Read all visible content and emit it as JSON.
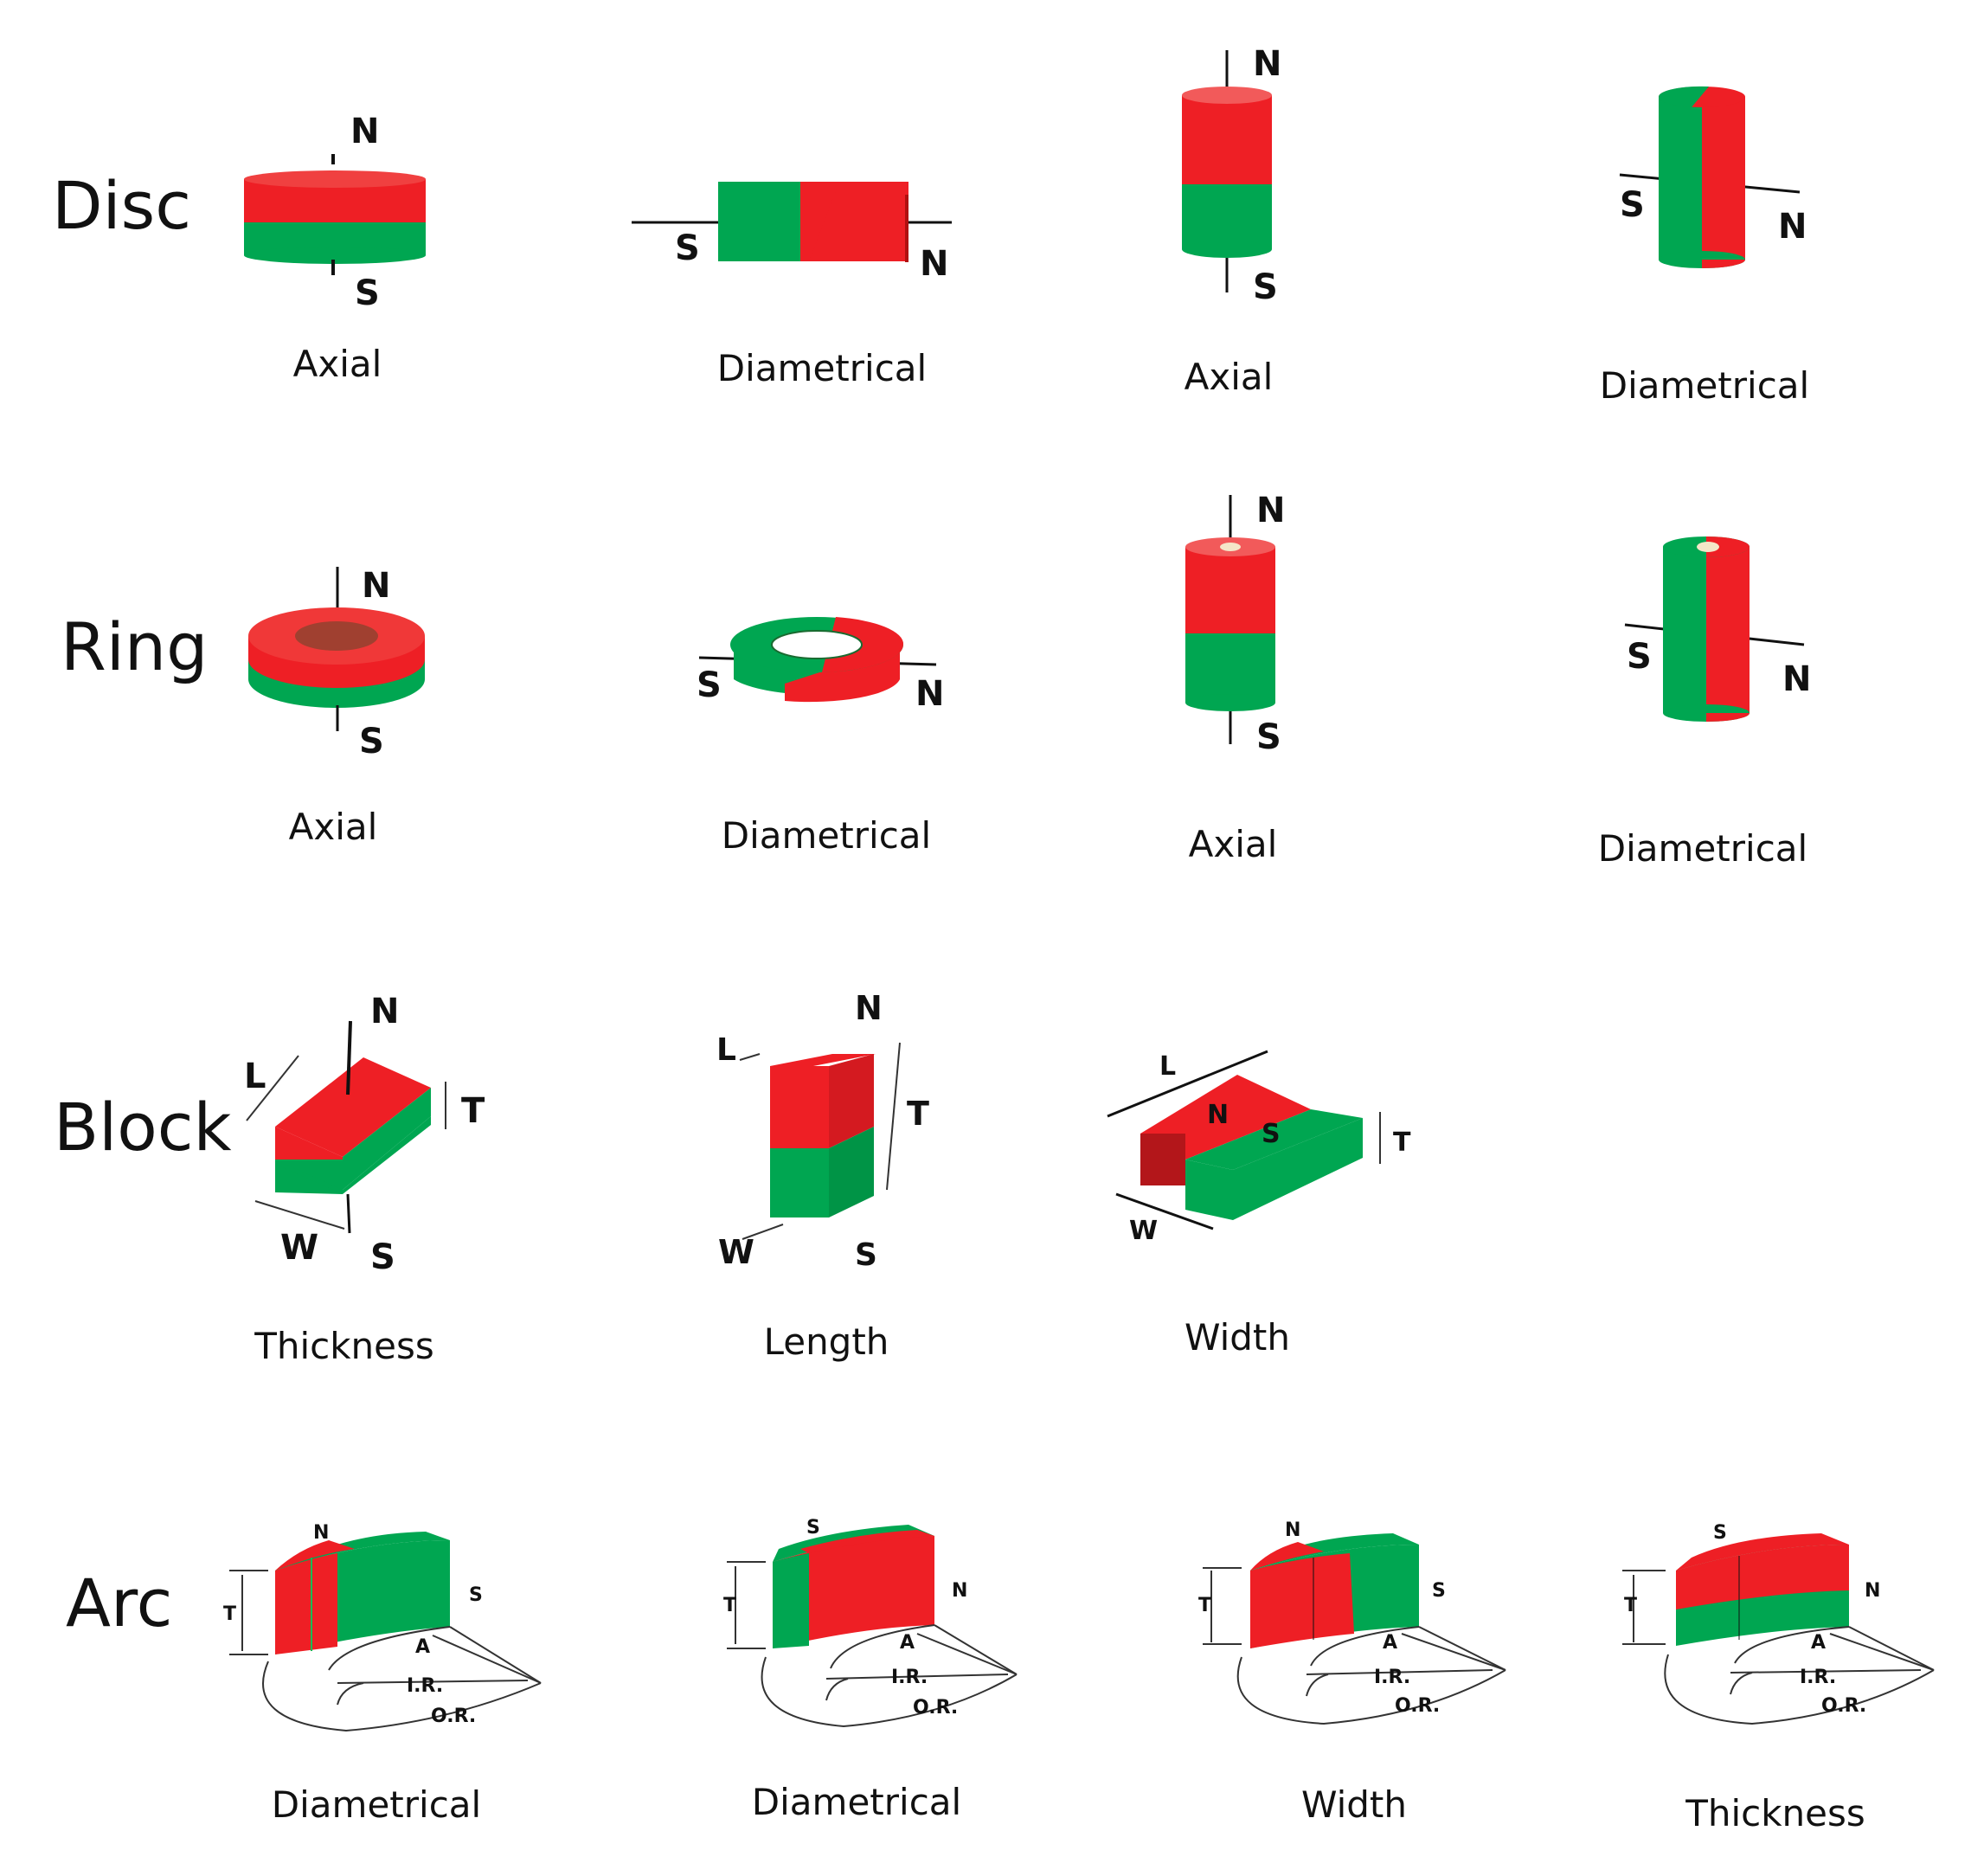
{
  "rows": [
    {
      "title": "Disc",
      "captions": [
        "Axial",
        "Diametrical",
        "Axial",
        "Diametrical"
      ]
    },
    {
      "title": "Ring",
      "captions": [
        "Axial",
        "Diametrical",
        "Axial",
        "Diametrical"
      ]
    },
    {
      "title": "Block",
      "captions": [
        "Thickness",
        "Length",
        "Width"
      ]
    },
    {
      "title": "Arc",
      "captions": [
        "Diametrical",
        "Diametrical",
        "Width",
        "Thickness"
      ]
    }
  ],
  "poles": {
    "north": "N",
    "south": "S"
  },
  "dims": {
    "length": "L",
    "width": "W",
    "thickness": "T",
    "angle": "A",
    "inner_radius": "I.R.",
    "outer_radius": "O.R."
  },
  "colors": {
    "north": "#ee1f25",
    "south": "#00a651",
    "line": "#111111",
    "hole": "#f4e6c8"
  }
}
